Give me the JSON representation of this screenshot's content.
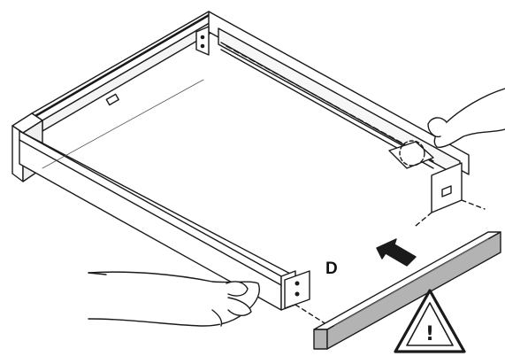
{
  "figure": {
    "step_label": "D",
    "warning_symbol": "!",
    "icons": [
      "drawer-frame",
      "hand-left",
      "hand-right",
      "arrow-icon",
      "front-panel",
      "warning-triangle-icon"
    ],
    "colors": {
      "line": "#1a1a1a",
      "panel_fill": "#b3b3b3",
      "background": "#ffffff"
    }
  }
}
